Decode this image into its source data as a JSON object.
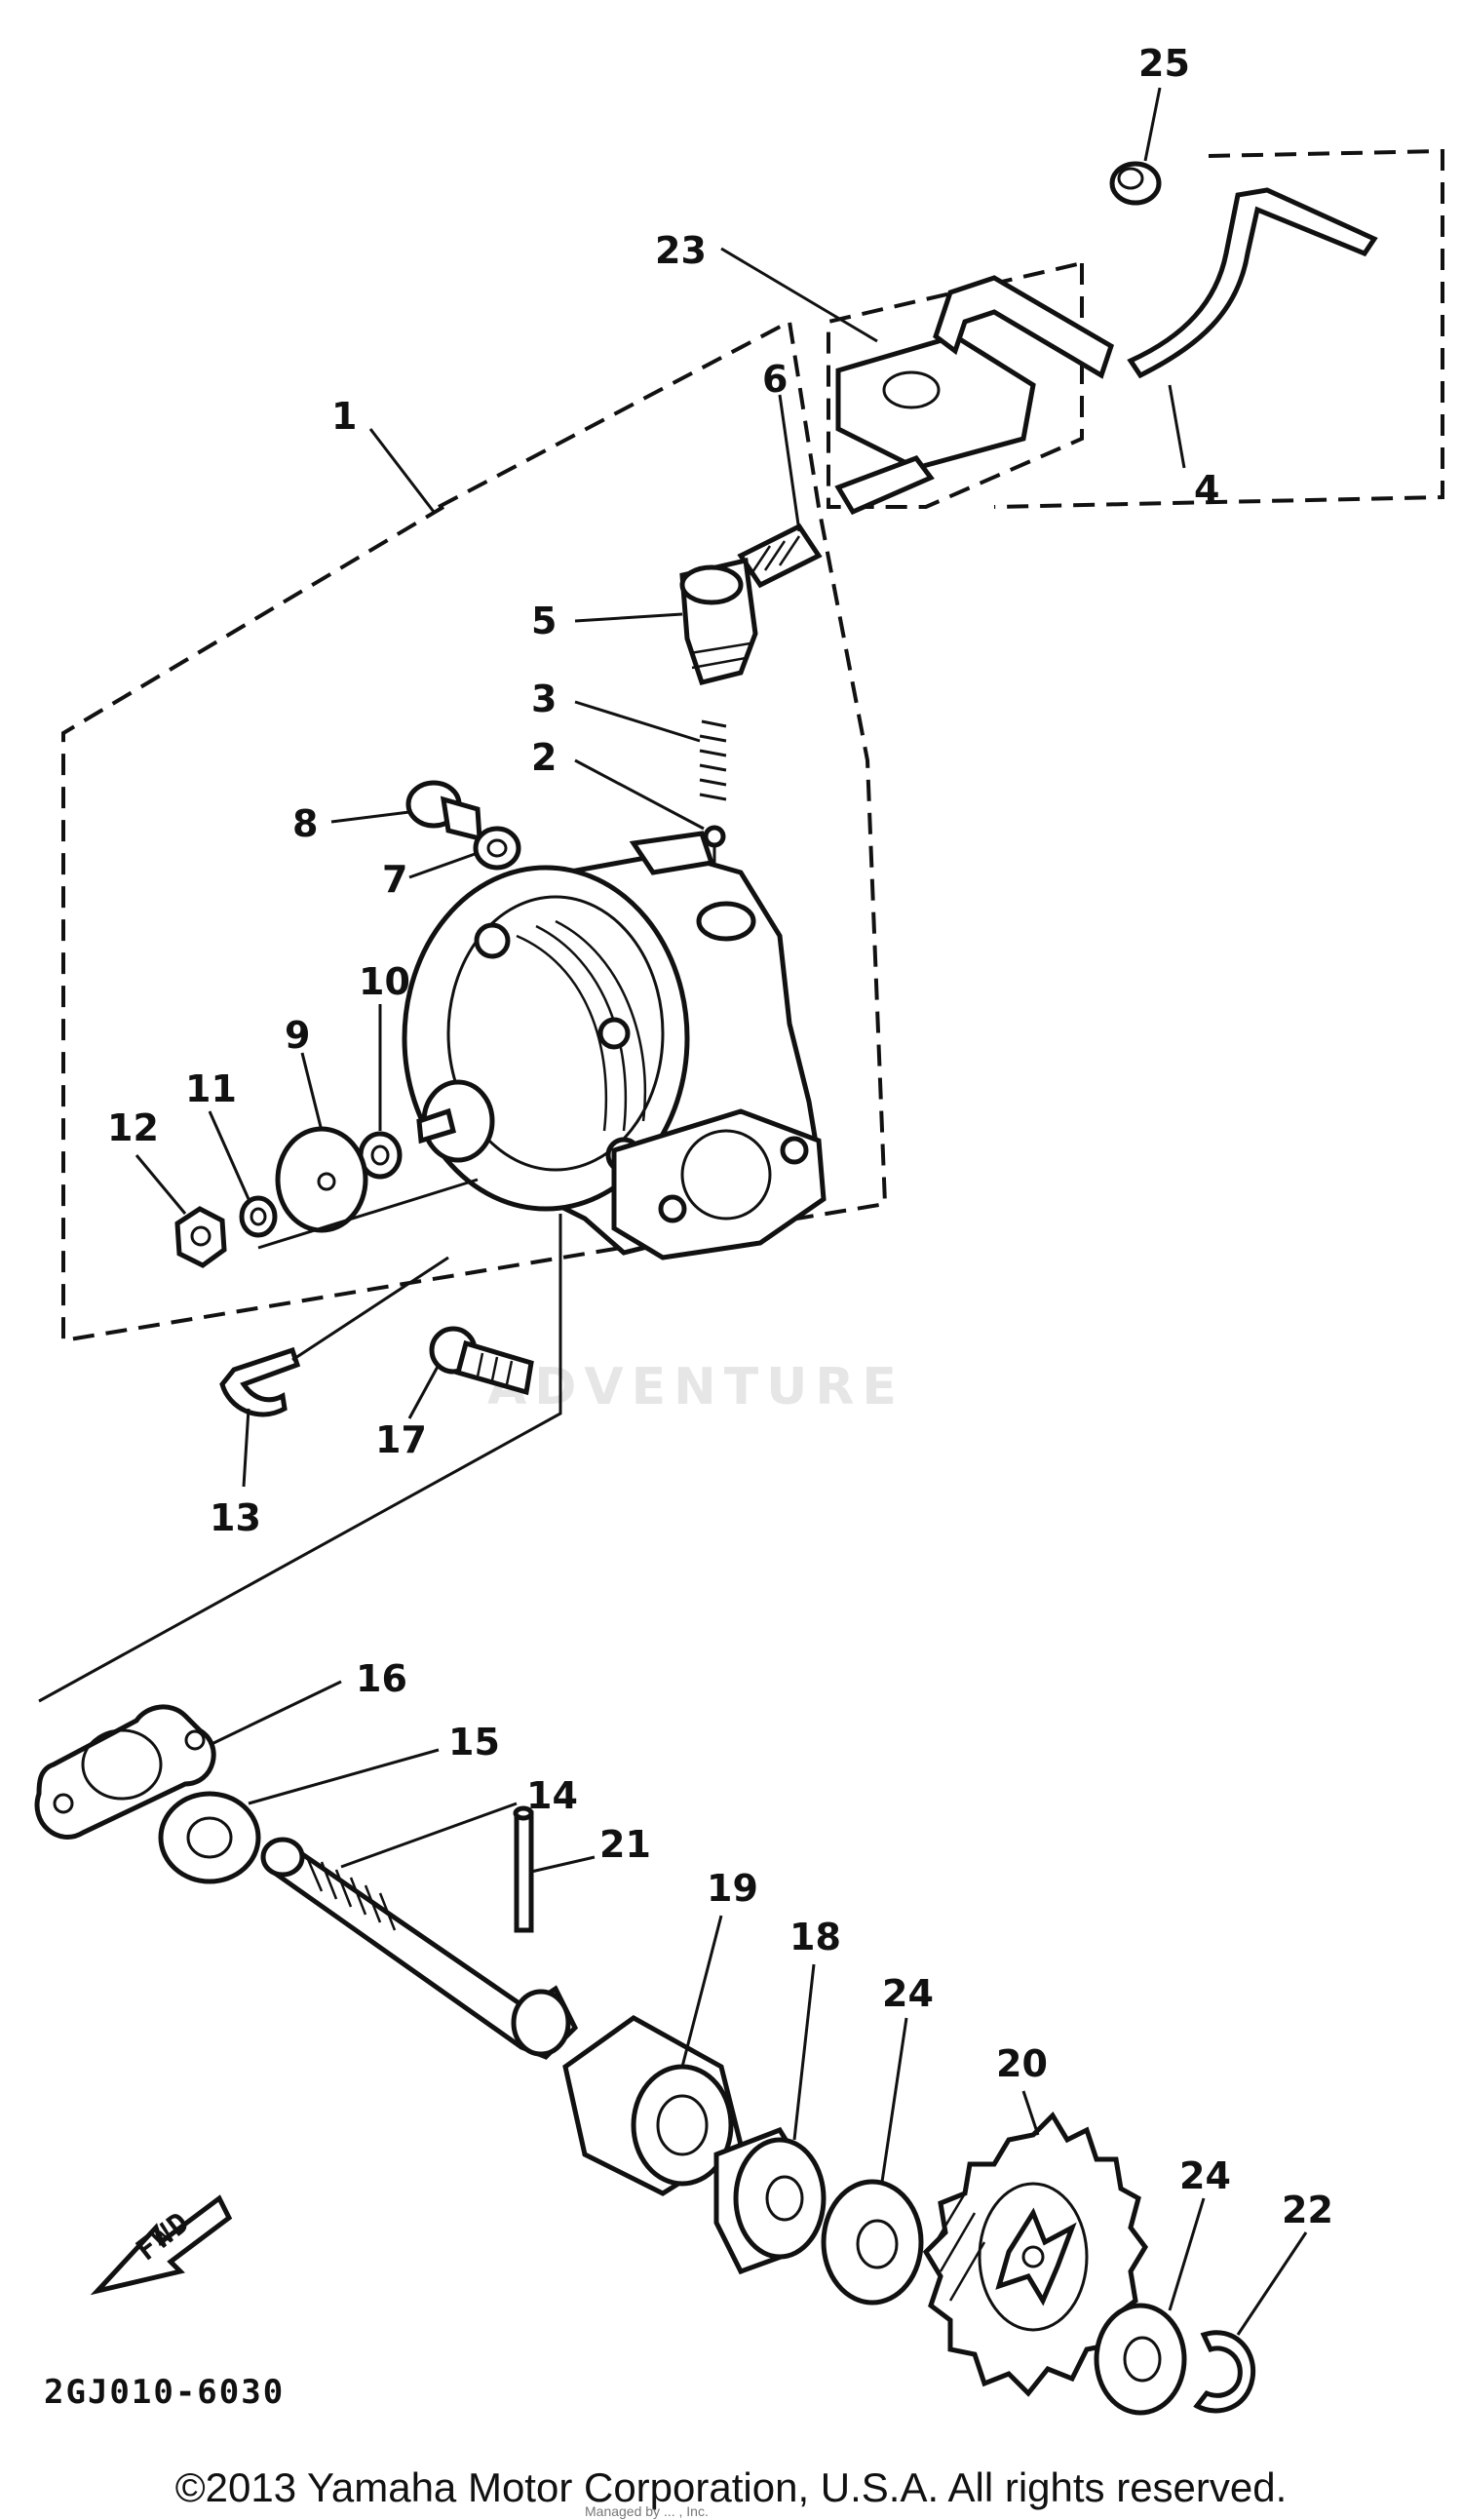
{
  "callouts": {
    "p1": "1",
    "p2": "2",
    "p3": "3",
    "p4": "4",
    "p5": "5",
    "p6": "6",
    "p7": "7",
    "p8": "8",
    "p9": "9",
    "p10": "10",
    "p11": "11",
    "p12": "12",
    "p13": "13",
    "p14": "14",
    "p15": "15",
    "p16": "16",
    "p17": "17",
    "p18": "18",
    "p19": "19",
    "p20": "20",
    "p21": "21",
    "p22": "22",
    "p23": "23",
    "p24a": "24",
    "p24b": "24",
    "p25": "25"
  },
  "diagram_code": "2GJ010-6030",
  "fwd_label": "FWD",
  "watermark": "ADVENTURE",
  "copyright": "©2013 Yamaha Motor Corporation, U.S.A. All rights reserved.",
  "credit": "Managed by ... , Inc."
}
